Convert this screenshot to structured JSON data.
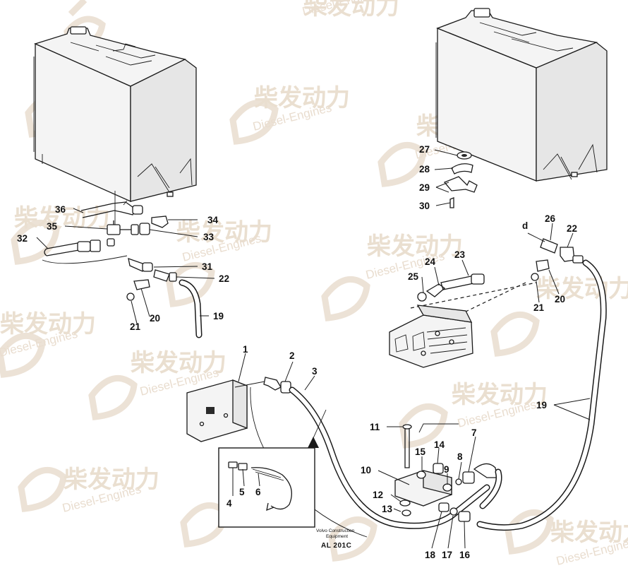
{
  "watermark": {
    "brand_cn": "柴发动力",
    "brand_en": "Diesel-Engines"
  },
  "footer": {
    "maker": "Volvo Construction",
    "maker_line2": "Equipment",
    "doc_id": "AL 201C"
  },
  "callouts": {
    "c1": "1",
    "c2": "2",
    "c3": "3",
    "c4": "4",
    "c5": "5",
    "c6": "6",
    "c7": "7",
    "c8": "8",
    "c9": "9",
    "c10": "10",
    "c11": "11",
    "c12": "12",
    "c13": "13",
    "c14": "14",
    "c15": "15",
    "c16": "16",
    "c17": "17",
    "c18": "18",
    "c19a": "19",
    "c19b": "19",
    "c20a": "20",
    "c20b": "20",
    "c21a": "21",
    "c21b": "21",
    "c22a": "22",
    "c22b": "22",
    "c23": "23",
    "c24": "24",
    "c25": "25",
    "c26": "26",
    "c27": "27",
    "c28": "28",
    "c29": "29",
    "c30": "30",
    "c31": "31",
    "c32": "32",
    "c33": "33",
    "c34": "34",
    "c35": "35",
    "c36": "36",
    "cd": "d"
  }
}
